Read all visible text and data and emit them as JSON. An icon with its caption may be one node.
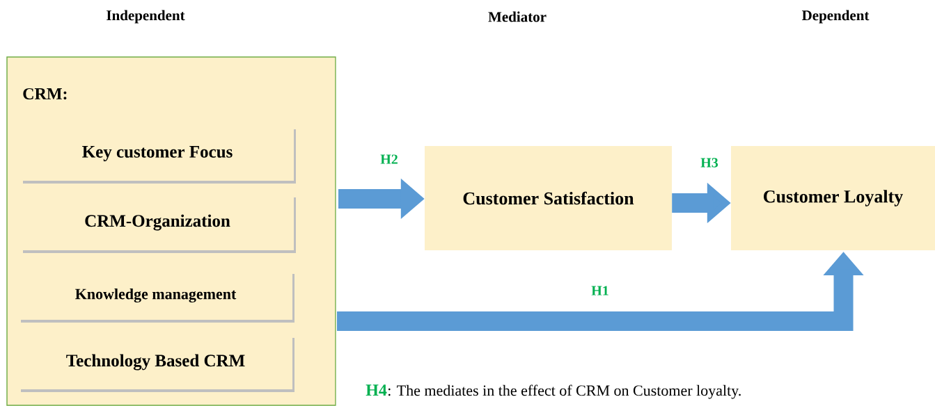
{
  "diagram": {
    "nodes": [
      {
        "text": [
          "CRM:"
        ]
      },
      {
        "text": [
          "Key customer Focus"
        ],
        "in": 0
      },
      {
        "text": [
          "CRM-Organization"
        ],
        "in": 0
      },
      {
        "text": [
          "Knowledge management"
        ],
        "in": 0
      },
      {
        "text": [
          "Technology Based CRM"
        ],
        "in": 0
      },
      {
        "text": [
          "Customer Satisfaction"
        ]
      },
      {
        "text": [
          "Customer Loyalty"
        ]
      }
    ],
    "edges": [
      {
        "from": 0,
        "to": 5,
        "arrow": "to",
        "label": "H2"
      },
      {
        "from": 5,
        "to": 6,
        "arrow": "to",
        "label": "H3"
      },
      {
        "from": 0,
        "to": 6,
        "arrow": "to",
        "label": "H1"
      }
    ],
    "labels": [
      "Independent",
      "Mediator",
      "Dependent",
      "H4",
      ": The mediates in the effect of CRM on Customer loyalty."
    ]
  }
}
